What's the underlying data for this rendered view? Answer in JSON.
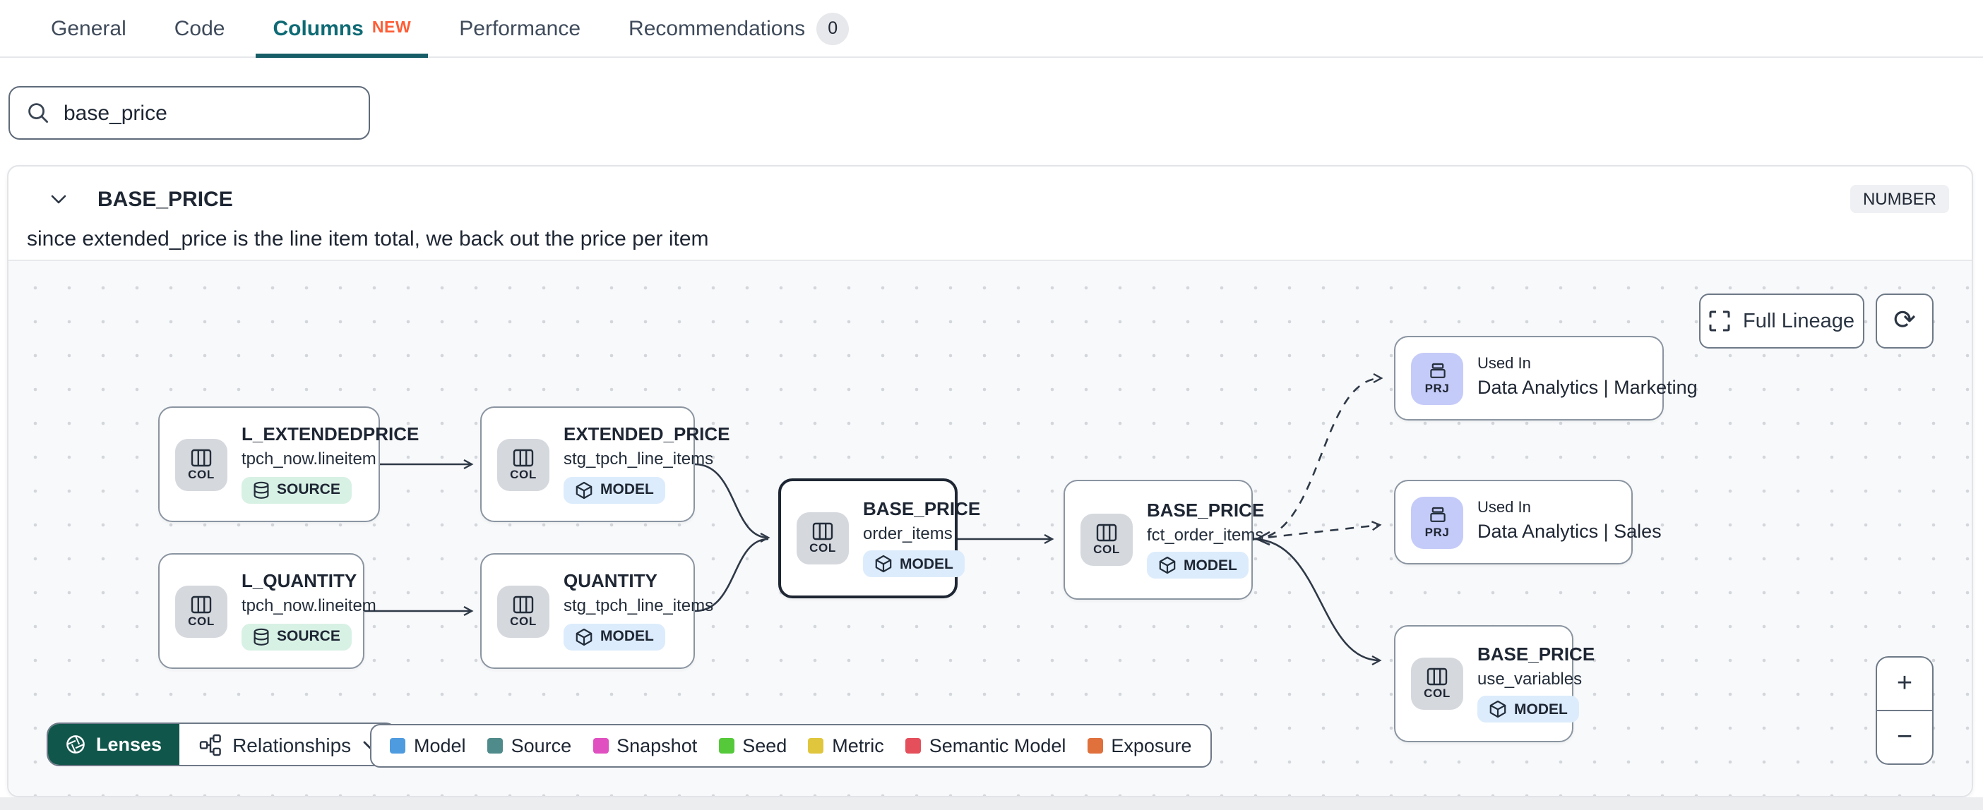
{
  "tabs": [
    {
      "label": "General"
    },
    {
      "label": "Code"
    },
    {
      "label": "Columns",
      "badge": "NEW"
    },
    {
      "label": "Performance"
    },
    {
      "label": "Recommendations",
      "count": "0"
    }
  ],
  "search": {
    "value": "base_price"
  },
  "column_panel": {
    "name": "BASE_PRICE",
    "type_badge": "NUMBER",
    "description": "since extended_price is the line item total, we back out the price per item"
  },
  "lineage": {
    "controls": {
      "full_lineage_label": "Full Lineage",
      "refresh_icon": "⟳",
      "zoom_in": "+",
      "zoom_out": "−"
    },
    "toolbar": {
      "lenses_label": "Lenses",
      "relationships_label": "Relationships"
    },
    "legend": [
      {
        "label": "Model",
        "color": "#4e9bdf"
      },
      {
        "label": "Source",
        "color": "#508b8b"
      },
      {
        "label": "Snapshot",
        "color": "#e050c0"
      },
      {
        "label": "Seed",
        "color": "#55c93a"
      },
      {
        "label": "Metric",
        "color": "#e0c63c"
      },
      {
        "label": "Semantic Model",
        "color": "#e44f5b"
      },
      {
        "label": "Exposure",
        "color": "#e0703c"
      }
    ],
    "nodes": [
      {
        "kind": "COL",
        "title": "L_EXTENDEDPRICE",
        "subtitle": "tpch_now.lineitem",
        "badge": "SOURCE"
      },
      {
        "kind": "COL",
        "title": "EXTENDED_PRICE",
        "subtitle": "stg_tpch_line_items",
        "badge": "MODEL"
      },
      {
        "kind": "COL",
        "title": "L_QUANTITY",
        "subtitle": "tpch_now.lineitem",
        "badge": "SOURCE"
      },
      {
        "kind": "COL",
        "title": "QUANTITY",
        "subtitle": "stg_tpch_line_items",
        "badge": "MODEL"
      },
      {
        "kind": "COL",
        "title": "BASE_PRICE",
        "subtitle": "order_items",
        "badge": "MODEL"
      },
      {
        "kind": "COL",
        "title": "BASE_PRICE",
        "subtitle": "fct_order_items",
        "badge": "MODEL"
      },
      {
        "kind": "PRJ",
        "title": "Used In",
        "subtitle": "Data Analytics | Marketing"
      },
      {
        "kind": "PRJ",
        "title": "Used In",
        "subtitle": "Data Analytics | Sales"
      },
      {
        "kind": "COL",
        "title": "BASE_PRICE",
        "subtitle": "use_variables",
        "badge": "MODEL"
      }
    ]
  }
}
